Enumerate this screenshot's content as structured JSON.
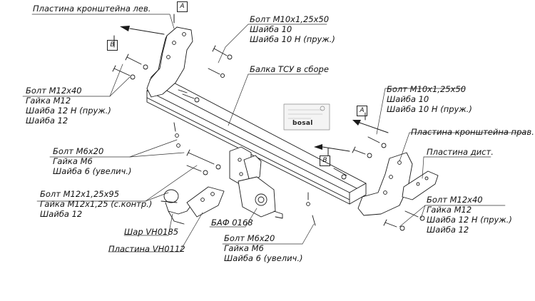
{
  "labels": {
    "bracket_left": "Пластина кронштейна лев.",
    "bolt_m10_top": [
      "Болт М10х1,25х50",
      "Шайба 10",
      "Шайба 10 Н (пруж.)"
    ],
    "beam": "Балка ТСУ в сборе",
    "bolt_m12_left": [
      "Болт М12х40",
      "Гайка М12",
      "Шайба 12 Н (пруж.)",
      "Шайба 12"
    ],
    "bolt_m10_right": [
      "Болт М10х1,25х50",
      "Шайба 10",
      "Шайба 10 Н (пруж.)"
    ],
    "bracket_right": "Пластина кронштейна прав.",
    "spacer_plate": "Пластина дист.",
    "bolt_m6_left": [
      "Болт М6х20",
      "Гайка М6",
      "Шайба 6 (увелич.)"
    ],
    "bolt_m12_ball": [
      "Болт М12х1,25х95",
      "Гайка М12х1,25 (с.контр.)",
      "Шайба 12"
    ],
    "ball": "Шар VH0185",
    "plate_vh": "Пластина VH0112",
    "baf": "БАФ 0168",
    "bolt_m6_bottom": [
      "Болт М6х20",
      "Гайка М6",
      "Шайба 6 (увелич.)"
    ],
    "bolt_m12_right": [
      "Болт М12х40",
      "Гайка М12",
      "Шайба 12 Н (пруж.)",
      "Шайба 12"
    ]
  },
  "view_marks": {
    "a": "А",
    "b": "В"
  },
  "nameplate": "bosal",
  "colors": {
    "line": "#1a1a1a",
    "leader": "#333333",
    "background": "#ffffff"
  }
}
